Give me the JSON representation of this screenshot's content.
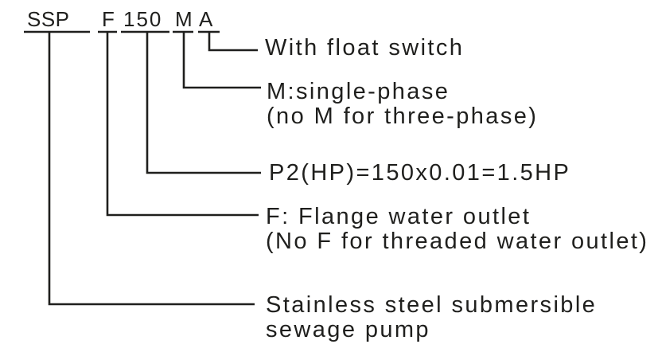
{
  "diagram": {
    "title_meaning": "Pump model code nomenclature",
    "model_code": {
      "full": "SSP F 150 M A",
      "segments": [
        {
          "id": "ssp",
          "text": "SSP"
        },
        {
          "id": "f",
          "text": "F"
        },
        {
          "id": "p150",
          "text": "150"
        },
        {
          "id": "m",
          "text": "M"
        },
        {
          "id": "a",
          "text": "A"
        }
      ]
    },
    "labels": [
      {
        "for_segment": "A",
        "lines": [
          "With float switch"
        ]
      },
      {
        "for_segment": "M",
        "lines": [
          "M:single-phase",
          "(no M for three-phase)"
        ]
      },
      {
        "for_segment": "150",
        "lines": [
          "P2(HP)=150x0.01=1.5HP"
        ]
      },
      {
        "for_segment": "F",
        "lines": [
          "F: Flange water outlet",
          "(No F for threaded water outlet)"
        ]
      },
      {
        "for_segment": "SSP",
        "lines": [
          "Stainless steel submersible",
          "sewage pump"
        ]
      }
    ],
    "colors": {
      "ink": "#1f1f1d",
      "background": "#ffffff"
    }
  }
}
